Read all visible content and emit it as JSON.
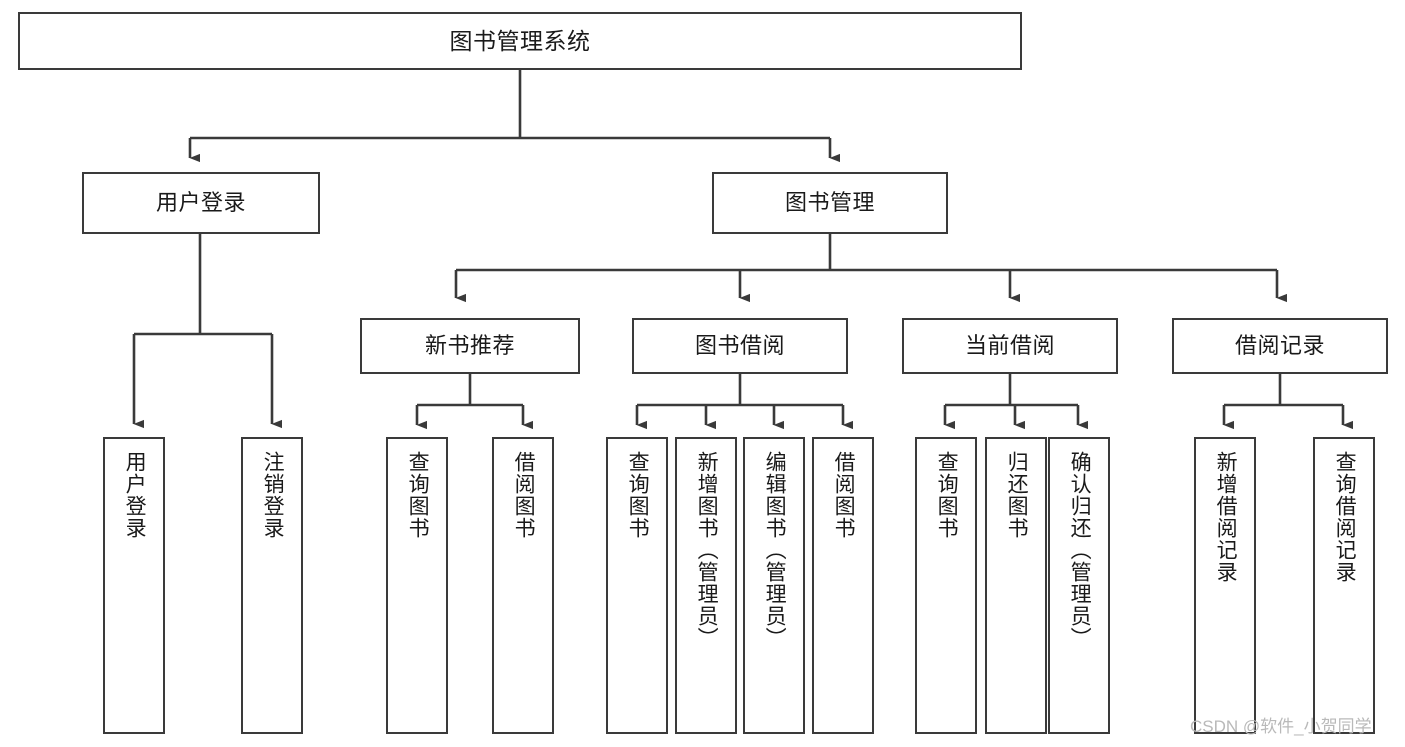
{
  "diagram": {
    "title": "图书管理系统",
    "watermark": "CSDN @软件_小贺同学",
    "colors": {
      "background": "#ffffff",
      "border": "#3a3a3a",
      "text": "#1a1a1a",
      "watermark": "#b9b9b9"
    }
  },
  "chart_data": {
    "type": "diagram",
    "title": "图书管理系统",
    "orientation": "top-down-tree",
    "nodes": [
      {
        "id": "root",
        "label": "图书管理系统",
        "level": 0
      },
      {
        "id": "user-login",
        "label": "用户登录",
        "level": 1
      },
      {
        "id": "book-management",
        "label": "图书管理",
        "level": 1
      },
      {
        "id": "new-book-recommend",
        "label": "新书推荐",
        "level": 2
      },
      {
        "id": "book-borrow",
        "label": "图书借阅",
        "level": 2
      },
      {
        "id": "current-borrow",
        "label": "当前借阅",
        "level": 2
      },
      {
        "id": "borrow-record",
        "label": "借阅记录",
        "level": 2
      },
      {
        "id": "leaf-user-login",
        "label": "用户登录",
        "level": 2
      },
      {
        "id": "leaf-user-logout",
        "label": "注销登录",
        "level": 2
      },
      {
        "id": "leaf-query-book-1",
        "label": "查询图书",
        "level": 3
      },
      {
        "id": "leaf-borrow-book-1",
        "label": "借阅图书",
        "level": 3
      },
      {
        "id": "leaf-query-book-2",
        "label": "查询图书",
        "level": 3
      },
      {
        "id": "leaf-add-book",
        "label": "新增图书（管理员）",
        "level": 3
      },
      {
        "id": "leaf-edit-book",
        "label": "编辑图书（管理员）",
        "level": 3
      },
      {
        "id": "leaf-borrow-book-2",
        "label": "借阅图书",
        "level": 3
      },
      {
        "id": "leaf-query-book-3",
        "label": "查询图书",
        "level": 3
      },
      {
        "id": "leaf-return-book",
        "label": "归还图书",
        "level": 3
      },
      {
        "id": "leaf-confirm-return",
        "label": "确认归还（管理员）",
        "level": 3
      },
      {
        "id": "leaf-add-record",
        "label": "新增借阅记录",
        "level": 3
      },
      {
        "id": "leaf-query-record",
        "label": "查询借阅记录",
        "level": 3
      }
    ],
    "edges": [
      {
        "from": "root",
        "to": "user-login"
      },
      {
        "from": "root",
        "to": "book-management"
      },
      {
        "from": "user-login",
        "to": "leaf-user-login"
      },
      {
        "from": "user-login",
        "to": "leaf-user-logout"
      },
      {
        "from": "book-management",
        "to": "new-book-recommend"
      },
      {
        "from": "book-management",
        "to": "book-borrow"
      },
      {
        "from": "book-management",
        "to": "current-borrow"
      },
      {
        "from": "book-management",
        "to": "borrow-record"
      },
      {
        "from": "new-book-recommend",
        "to": "leaf-query-book-1"
      },
      {
        "from": "new-book-recommend",
        "to": "leaf-borrow-book-1"
      },
      {
        "from": "book-borrow",
        "to": "leaf-query-book-2"
      },
      {
        "from": "book-borrow",
        "to": "leaf-add-book"
      },
      {
        "from": "book-borrow",
        "to": "leaf-edit-book"
      },
      {
        "from": "book-borrow",
        "to": "leaf-borrow-book-2"
      },
      {
        "from": "current-borrow",
        "to": "leaf-query-book-3"
      },
      {
        "from": "current-borrow",
        "to": "leaf-return-book"
      },
      {
        "from": "current-borrow",
        "to": "leaf-confirm-return"
      },
      {
        "from": "borrow-record",
        "to": "leaf-add-record"
      },
      {
        "from": "borrow-record",
        "to": "leaf-query-record"
      }
    ]
  }
}
